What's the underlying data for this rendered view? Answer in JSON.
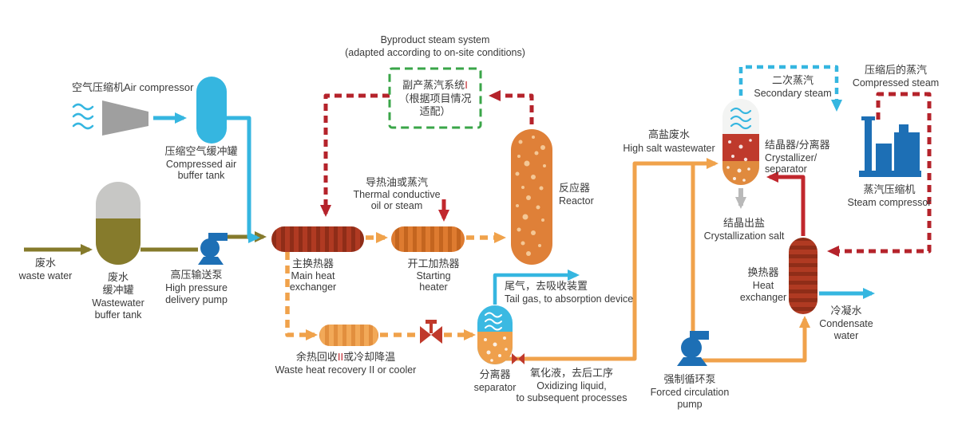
{
  "colors": {
    "cyan": "#35b6e0",
    "olive": "#857a2b",
    "pump_blue": "#1d6fb5",
    "flow_orange": "#f0a24b",
    "vessel_red": "#b03a22",
    "vessel_orange": "#de7b30",
    "line_red": "#c1272d",
    "dashed_red": "#b5232b",
    "green": "#3aa548",
    "gray": "#b9b9b9",
    "text": "#3a3a3a"
  },
  "labels": {
    "air_compressor": {
      "line": "空气压缩机Air compressor"
    },
    "compressed_air_tank": {
      "zh": "压缩空气缓冲罐",
      "en1": "Compressed air",
      "en2": "buffer tank"
    },
    "waste_water_in": {
      "zh": "废水",
      "en": "waste water"
    },
    "wastewater_tank": {
      "zh1": "废水",
      "zh2": "缓冲罐",
      "en1": "Wastewater",
      "en2": "buffer tank"
    },
    "hp_pump": {
      "zh": "高压输送泵",
      "en1": "High pressure",
      "en2": "delivery pump"
    },
    "main_hx": {
      "zh": "主换热器",
      "en1": "Main heat",
      "en2": "exchanger"
    },
    "thermal_oil": {
      "zh": "导热油或蒸汽",
      "en1": "Thermal conductive",
      "en2": "oil or steam"
    },
    "starting_heater": {
      "zh": "开工加热器",
      "en1": "Starting",
      "en2": "heater"
    },
    "reactor": {
      "zh": "反应器",
      "en": "Reactor"
    },
    "byproduct_title": {
      "en1": "Byproduct steam system",
      "en2": "(adapted according to on-site conditions)"
    },
    "byproduct_box": {
      "zh1a": "副产蒸汽系统",
      "num": "I",
      "zh2": "（根据项目情况",
      "zh3": "适配）"
    },
    "waste_heat_recovery": {
      "zh_a": "余热回收",
      "num": "II",
      "zh_b": "或冷却降温",
      "en": "Waste heat recovery II or cooler"
    },
    "separator": {
      "zh": "分离器",
      "en": "separator"
    },
    "tail_gas": {
      "zh": "尾气，去吸收装置",
      "en": "Tail gas, to absorption device"
    },
    "oxidizing": {
      "zh": "氧化液，去后工序",
      "en1": "Oxidizing liquid,",
      "en2": "to subsequent processes"
    },
    "high_salt": {
      "zh": "高盐废水",
      "en": "High salt wastewater"
    },
    "secondary_steam": {
      "zh": "二次蒸汽",
      "en": "Secondary steam"
    },
    "crystallizer": {
      "zh": "结晶器/分离器",
      "en1": "Crystallizer/",
      "en2": "separator"
    },
    "salt": {
      "zh": "结晶出盐",
      "en": "Crystallization salt"
    },
    "compressed_steam": {
      "zh": "压缩后的蒸汽",
      "en": "Compressed steam"
    },
    "steam_compressor": {
      "zh": "蒸汽压缩机",
      "en": "Steam compressor"
    },
    "hx2": {
      "zh": "换热器",
      "en1": "Heat",
      "en2": "exchanger"
    },
    "condensate": {
      "zh": "冷凝水",
      "en1": "Condensate",
      "en2": "water"
    },
    "circ_pump": {
      "zh": "强制循环泵",
      "en1": "Forced circulation",
      "en2": "pump"
    }
  }
}
